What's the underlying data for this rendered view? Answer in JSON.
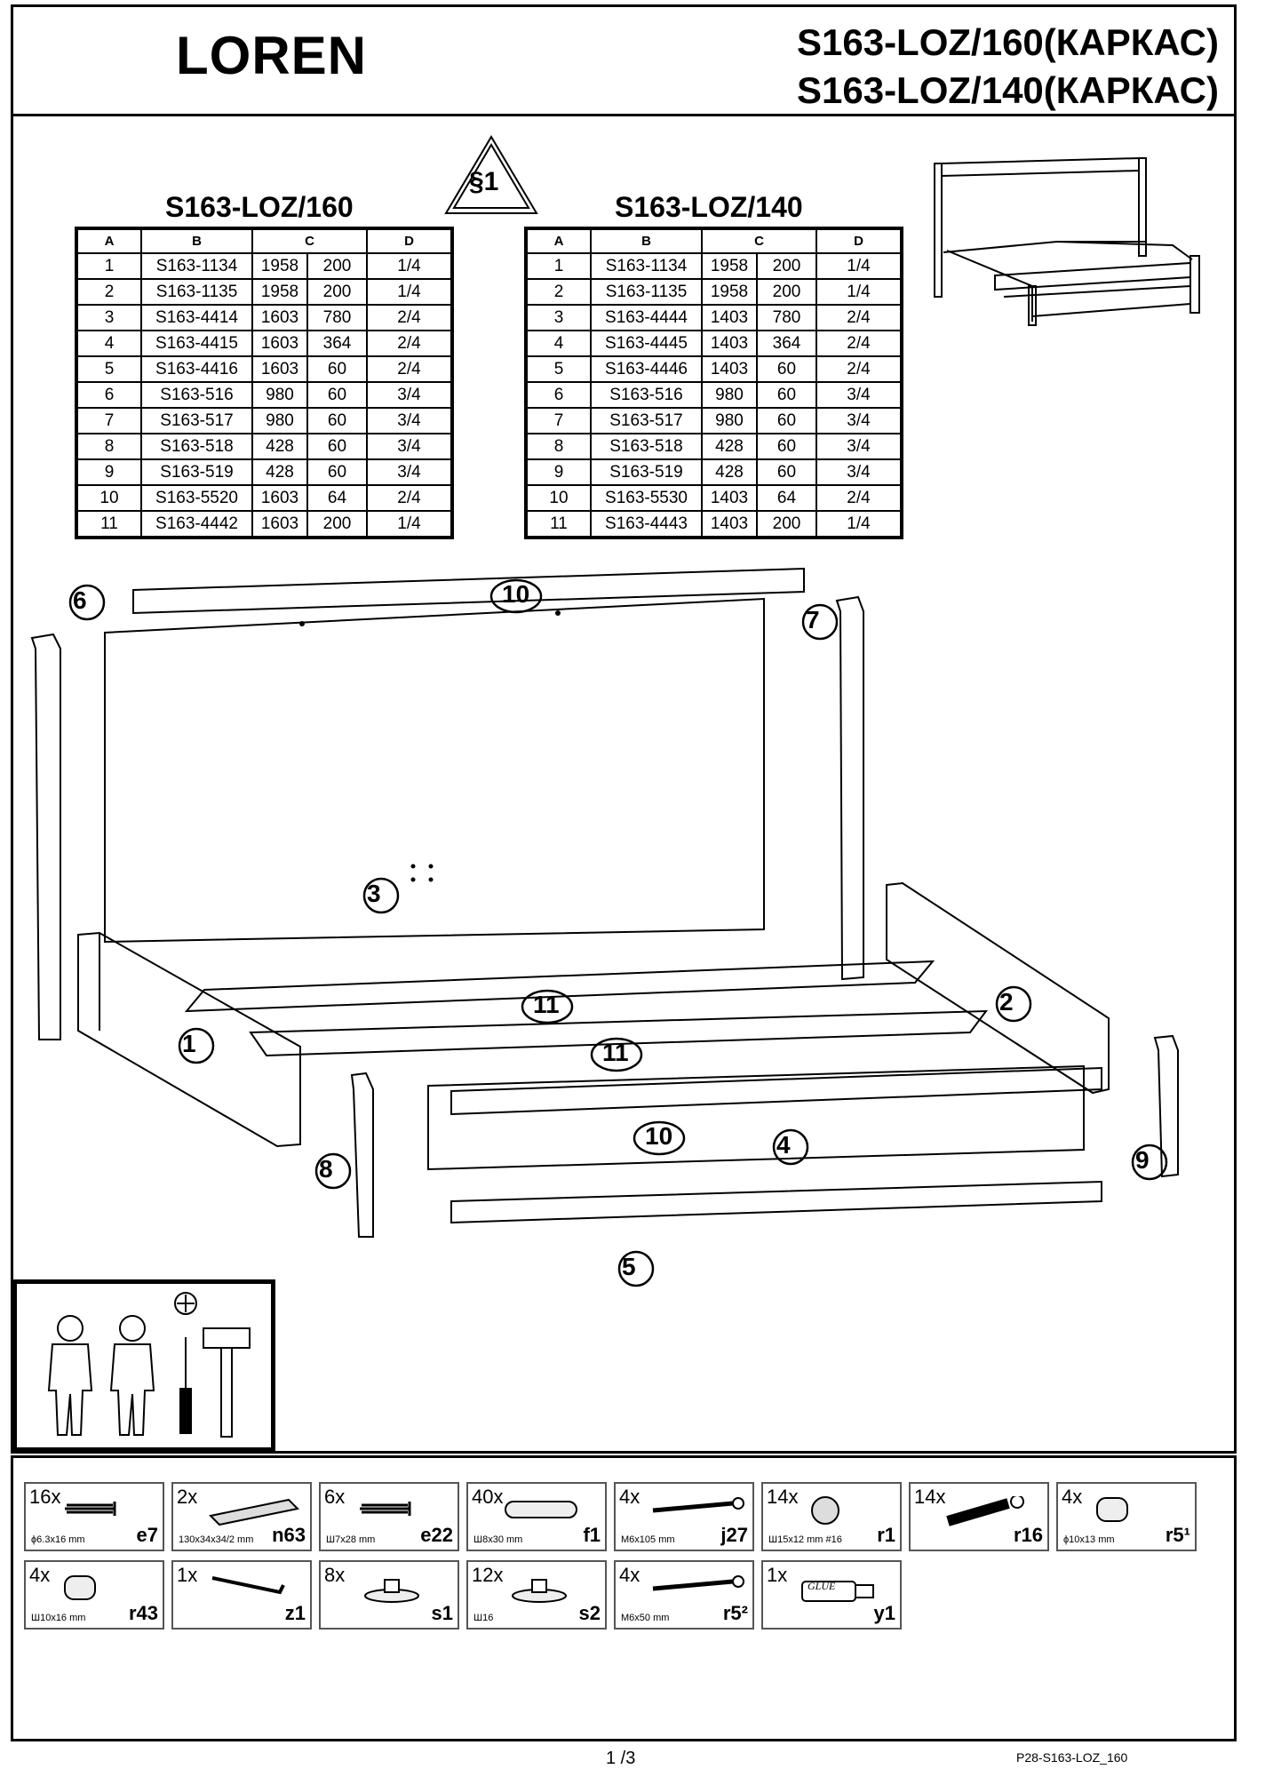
{
  "header": {
    "brand": "LOREN",
    "model_160": "S163-LOZ/160(КАРКАС)",
    "model_140": "S163-LOZ/140(КАРКАС)"
  },
  "section_marker": "§1",
  "tables": [
    {
      "title": "S163-LOZ/160",
      "columns": [
        "A",
        "B",
        "C",
        "D"
      ],
      "rows": [
        [
          "1",
          "S163-1134",
          "1958",
          "200",
          "1/4"
        ],
        [
          "2",
          "S163-1135",
          "1958",
          "200",
          "1/4"
        ],
        [
          "3",
          "S163-4414",
          "1603",
          "780",
          "2/4"
        ],
        [
          "4",
          "S163-4415",
          "1603",
          "364",
          "2/4"
        ],
        [
          "5",
          "S163-4416",
          "1603",
          "60",
          "2/4"
        ],
        [
          "6",
          "S163-516",
          "980",
          "60",
          "3/4"
        ],
        [
          "7",
          "S163-517",
          "980",
          "60",
          "3/4"
        ],
        [
          "8",
          "S163-518",
          "428",
          "60",
          "3/4"
        ],
        [
          "9",
          "S163-519",
          "428",
          "60",
          "3/4"
        ],
        [
          "10",
          "S163-5520",
          "1603",
          "64",
          "2/4"
        ],
        [
          "11",
          "S163-4442",
          "1603",
          "200",
          "1/4"
        ]
      ]
    },
    {
      "title": "S163-LOZ/140",
      "columns": [
        "A",
        "B",
        "C",
        "D"
      ],
      "rows": [
        [
          "1",
          "S163-1134",
          "1958",
          "200",
          "1/4"
        ],
        [
          "2",
          "S163-1135",
          "1958",
          "200",
          "1/4"
        ],
        [
          "3",
          "S163-4444",
          "1403",
          "780",
          "2/4"
        ],
        [
          "4",
          "S163-4445",
          "1403",
          "364",
          "2/4"
        ],
        [
          "5",
          "S163-4446",
          "1403",
          "60",
          "2/4"
        ],
        [
          "6",
          "S163-516",
          "980",
          "60",
          "3/4"
        ],
        [
          "7",
          "S163-517",
          "980",
          "60",
          "3/4"
        ],
        [
          "8",
          "S163-518",
          "428",
          "60",
          "3/4"
        ],
        [
          "9",
          "S163-519",
          "428",
          "60",
          "3/4"
        ],
        [
          "10",
          "S163-5530",
          "1403",
          "64",
          "2/4"
        ],
        [
          "11",
          "S163-4443",
          "1403",
          "200",
          "1/4"
        ]
      ]
    }
  ],
  "diagram_labels": {
    "p1": "1",
    "p2": "2",
    "p3": "3",
    "p4": "4",
    "p5": "5",
    "p6": "6",
    "p7": "7",
    "p8": "8",
    "p9": "9",
    "p10a": "10",
    "p10b": "10",
    "p11a": "11",
    "p11b": "11"
  },
  "hardware": [
    {
      "qty": "16x",
      "code": "e7",
      "size": "ϕ6.3x16 mm",
      "icon": "screw-icon"
    },
    {
      "qty": "2x",
      "code": "n63",
      "size": "130x34x34/2 mm",
      "icon": "bracket-icon"
    },
    {
      "qty": "6x",
      "code": "e22",
      "size": "Ш7x28 mm",
      "icon": "screw-icon"
    },
    {
      "qty": "40x",
      "code": "f1",
      "size": "Ш8x30 mm",
      "icon": "dowel-icon"
    },
    {
      "qty": "4x",
      "code": "j27",
      "size": "M6x105 mm",
      "icon": "bolt-icon"
    },
    {
      "qty": "14x",
      "code": "r1",
      "size": "Ш15x12 mm  #16",
      "icon": "cam-lock-icon"
    },
    {
      "qty": "14x",
      "code": "r16",
      "size": "",
      "icon": "cam-bolt-icon"
    },
    {
      "qty": "4x",
      "code": "r5¹",
      "size": "ϕ10x13 mm",
      "icon": "barrel-nut-icon"
    },
    {
      "qty": "4x",
      "code": "r43",
      "size": "Ш10x16 mm",
      "icon": "barrel-nut-icon"
    },
    {
      "qty": "1x",
      "code": "z1",
      "size": "",
      "icon": "hex-key-icon"
    },
    {
      "qty": "8x",
      "code": "s1",
      "size": "",
      "icon": "glide-icon"
    },
    {
      "qty": "12x",
      "code": "s2",
      "size": "Ш16",
      "icon": "glide-icon"
    },
    {
      "qty": "4x",
      "code": "r5²",
      "size": "M6x50 mm",
      "icon": "bolt-icon"
    },
    {
      "qty": "1x",
      "code": "y1",
      "size": "",
      "icon": "glue-icon",
      "glue": "GLUE"
    }
  ],
  "footer": {
    "page": "1 /3",
    "doc_code": "P28-S163-LOZ_160"
  }
}
